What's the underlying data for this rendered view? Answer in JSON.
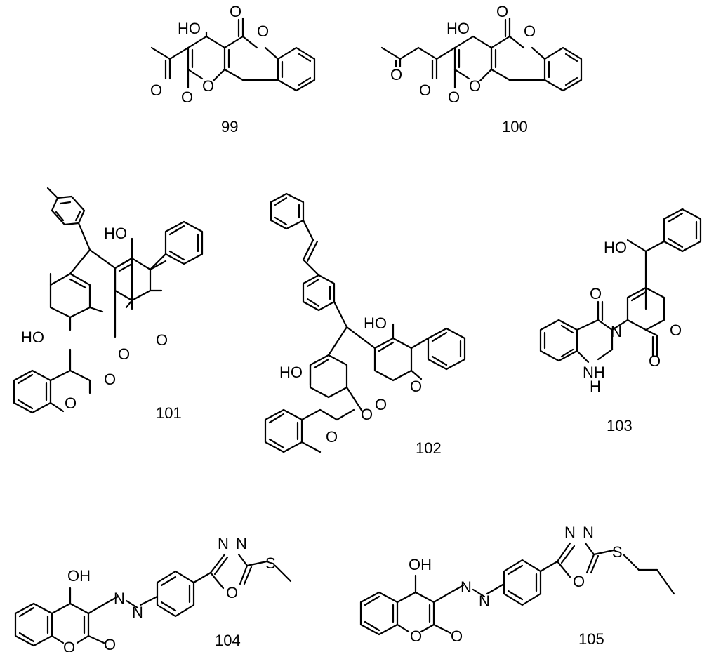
{
  "compounds": [
    {
      "id": "99"
    },
    {
      "id": "100"
    },
    {
      "id": "101"
    },
    {
      "id": "102"
    },
    {
      "id": "103"
    },
    {
      "id": "104"
    },
    {
      "id": "105"
    }
  ],
  "atoms": {
    "hydroxyl": "HO",
    "hydroxyl_r": "OH",
    "oxygen": "O",
    "nitrogen": "N",
    "amine": "NH",
    "hydrogen": "H",
    "sulfur": "S"
  }
}
